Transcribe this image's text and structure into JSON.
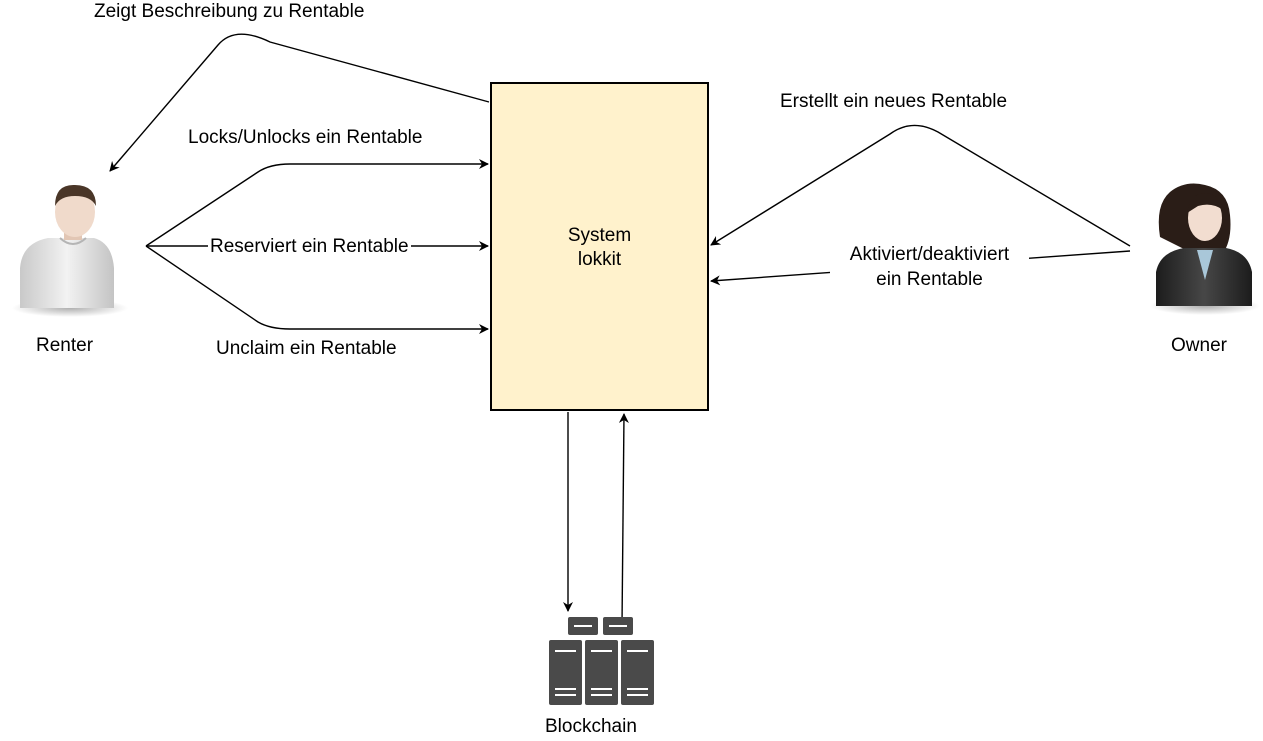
{
  "system": {
    "line1": "System",
    "line2": "lokkit",
    "fill": "#fff2cc"
  },
  "actors": {
    "renter": {
      "label": "Renter",
      "icon": "male-user-icon"
    },
    "owner": {
      "label": "Owner",
      "icon": "female-user-icon"
    },
    "blockchain": {
      "label": "Blockchain",
      "icon": "server-cluster-icon"
    }
  },
  "edges": {
    "describe": "Zeigt Beschreibung zu Rentable",
    "lock": "Locks/Unlocks ein Rentable",
    "reserve": "Reserviert ein Rentable",
    "unclaim": "Unclaim ein  Rentable",
    "create": "Erstellt ein neues Rentable",
    "activate_line1": "Aktiviert/deaktiviert",
    "activate_line2": "ein Rentable"
  }
}
